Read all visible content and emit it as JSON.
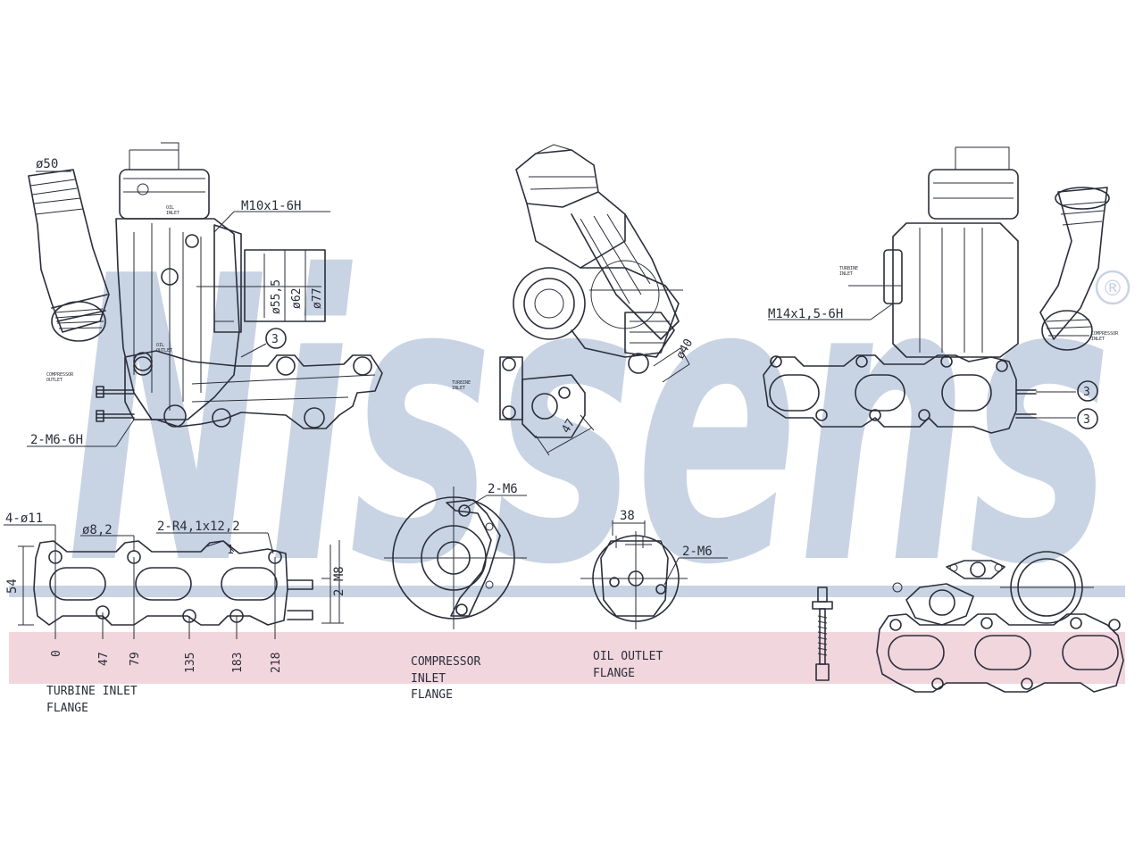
{
  "watermark": {
    "text": "Nissens",
    "registered_mark": "®",
    "band_color": "#c8d4e3",
    "stripe_color": "#f2d6dd"
  },
  "view1": {
    "dia_outlet": "ø50",
    "thread_oil_inlet": "M10x1-6H",
    "dia_a": "ø55,5",
    "dia_b": "ø62",
    "dia_c": "ø77",
    "callout_3": "3",
    "studs": "2-M6-6H"
  },
  "view2": {
    "dia_oil": "ø40",
    "dim_47": "47"
  },
  "view3": {
    "thread_oil": "M14x1,5-6H",
    "callout_3a": "3",
    "callout_3b": "3"
  },
  "turbine_flange": {
    "holes": "4-ø11",
    "dia_hole": "ø8,2",
    "slots": "2-R4,1x12,2",
    "height": "54",
    "studs": "2-M8",
    "arrow": "1",
    "positions": [
      "0",
      "47",
      "79",
      "135",
      "183",
      "218"
    ],
    "label": [
      "TURBINE  INLET",
      "FLANGE"
    ]
  },
  "compressor_flange": {
    "bolts": "2-M6",
    "label": [
      "COMPRESSOR",
      "INLET",
      "FLANGE"
    ]
  },
  "oil_flange": {
    "width": "38",
    "bolts": "2-M6",
    "label": [
      "OIL  OUTLET",
      "FLANGE"
    ]
  }
}
